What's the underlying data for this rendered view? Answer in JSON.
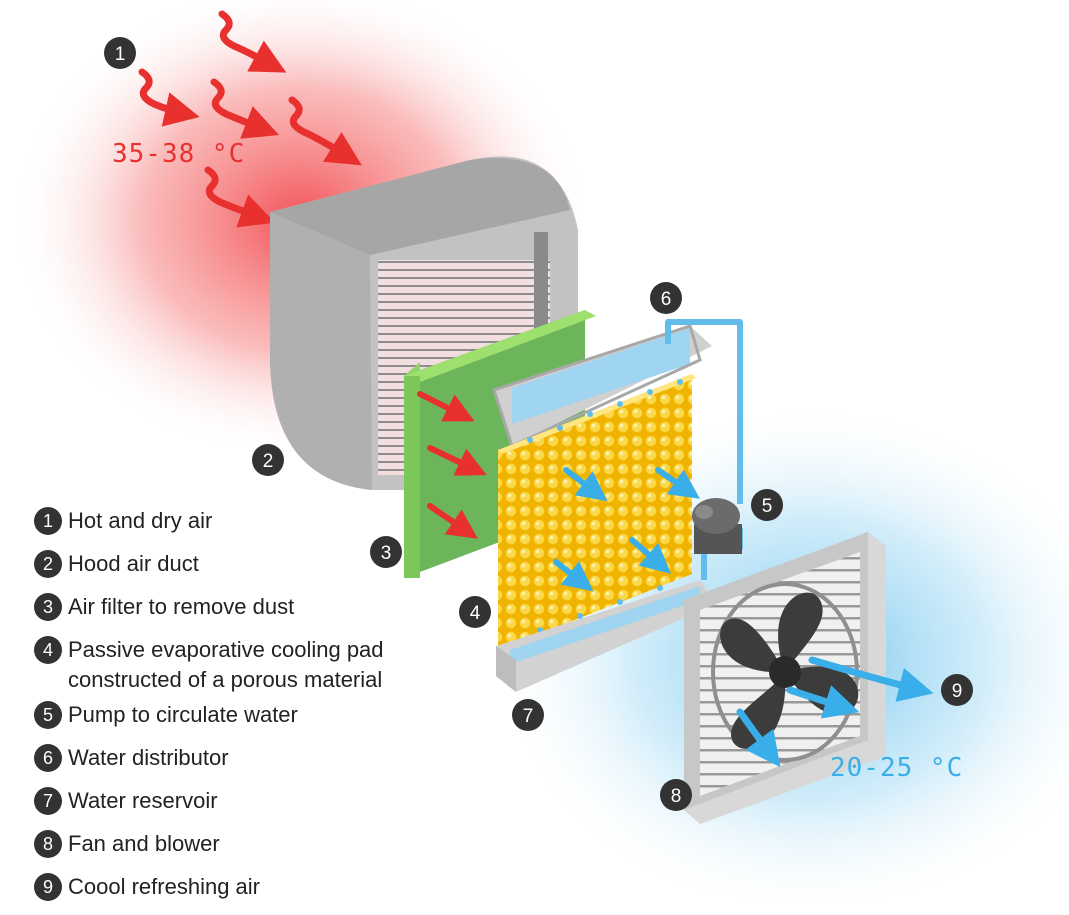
{
  "temperatures": {
    "hot": "35-38 °C",
    "cool": "20-25 °C"
  },
  "colors": {
    "hot": "#f0353a",
    "cool": "#3aaee8",
    "filter": "#6cb55a",
    "pad": "#f5c518",
    "housing": "#b9b9b9",
    "water": "#7ac9ef",
    "badge": "#333333"
  },
  "callouts": [
    {
      "number": "1"
    },
    {
      "number": "2"
    },
    {
      "number": "3"
    },
    {
      "number": "4"
    },
    {
      "number": "5"
    },
    {
      "number": "6"
    },
    {
      "number": "7"
    },
    {
      "number": "8"
    },
    {
      "number": "9"
    }
  ],
  "legend": [
    {
      "number": "1",
      "text": "Hot and dry air"
    },
    {
      "number": "2",
      "text": "Hood air duct"
    },
    {
      "number": "3",
      "text": "Air filter to remove dust"
    },
    {
      "number": "4",
      "text": "Passive evaporative cooling pad constructed of a porous material"
    },
    {
      "number": "5",
      "text": "Pump to circulate water"
    },
    {
      "number": "6",
      "text": "Water distributor"
    },
    {
      "number": "7",
      "text": "Water reservoir"
    },
    {
      "number": "8",
      "text": "Fan and blower"
    },
    {
      "number": "9",
      "text": "Coool refreshing air"
    }
  ]
}
